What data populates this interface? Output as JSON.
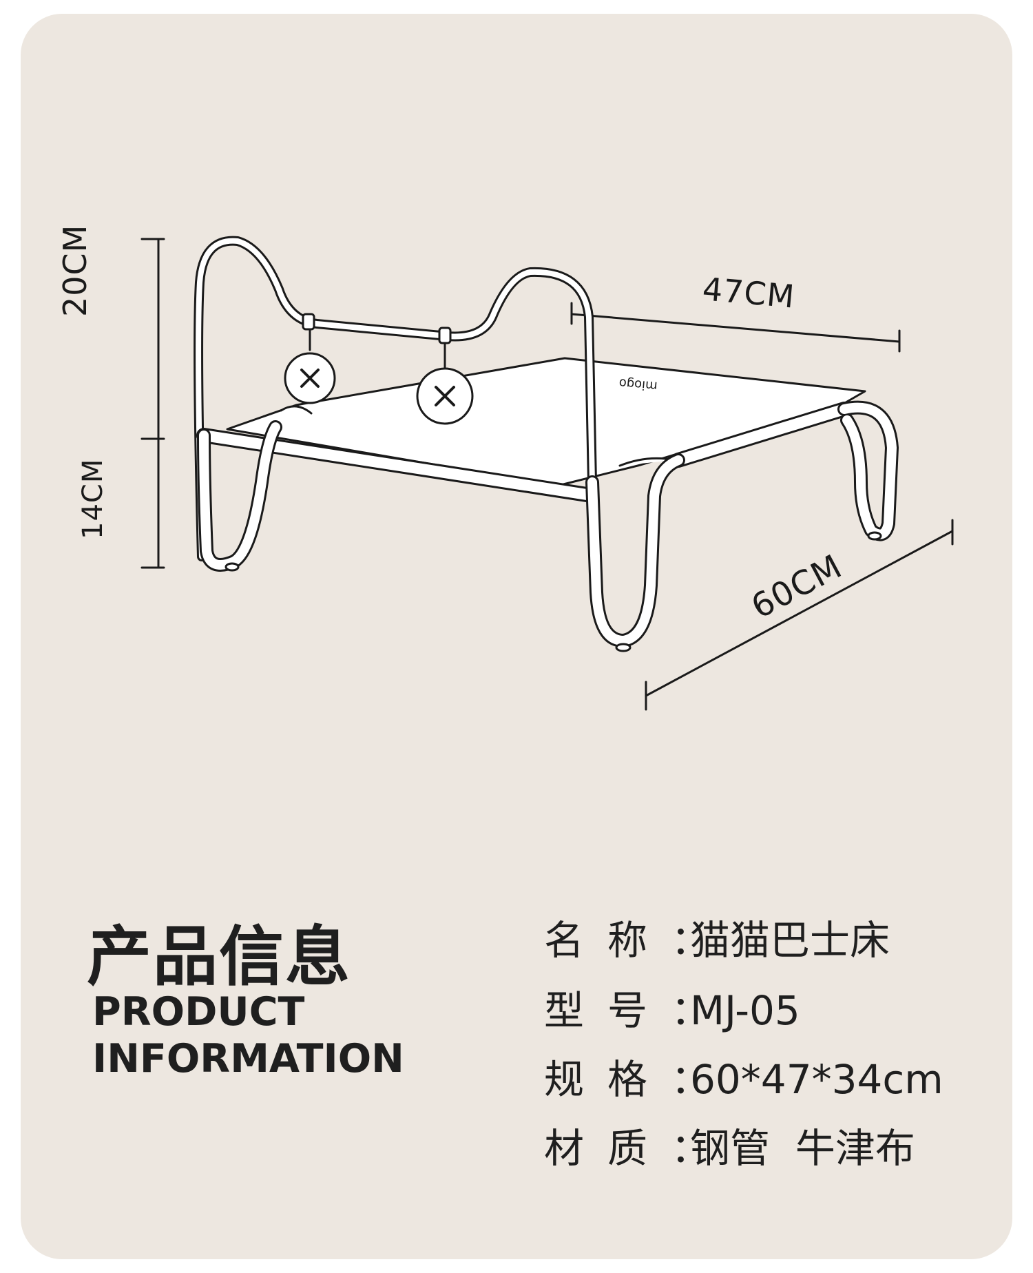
{
  "diagram": {
    "dimensions": {
      "back_height": "20CM",
      "leg_height": "14CM",
      "depth": "47CM",
      "width": "60CM"
    },
    "fabric_logo": "miogo"
  },
  "info": {
    "title_cn": "产品信息",
    "title_en_line1": "PRODUCT",
    "title_en_line2": "INFORMATION",
    "specs": [
      {
        "key": "名称：",
        "value": "猫猫巴士床"
      },
      {
        "key": "型号：",
        "value": "MJ-05"
      },
      {
        "key": "规格：",
        "value": "60*47*34cm"
      },
      {
        "key": "材质：",
        "value": "钢管  牛津布"
      }
    ]
  },
  "colors": {
    "background": "#ede7e0",
    "line": "#1a1a1a",
    "fill": "#ffffff"
  }
}
